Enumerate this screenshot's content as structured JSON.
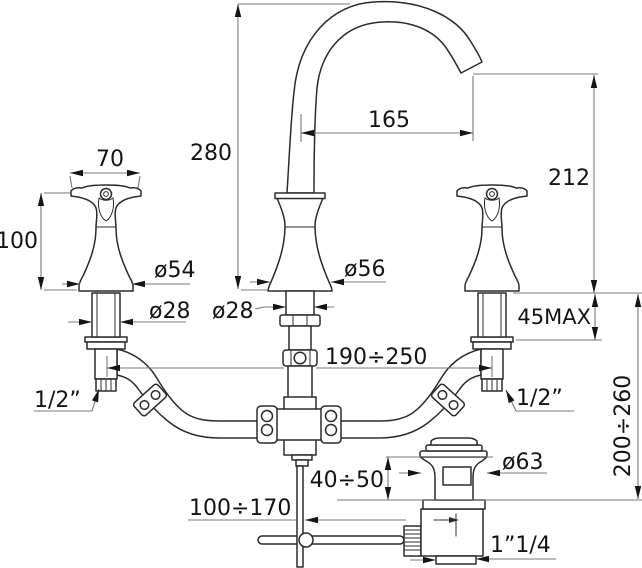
{
  "diagram": {
    "dimensions": {
      "handle_top_width": "70",
      "handle_height": "100",
      "spout_height": "280",
      "spout_reach": "165",
      "outlet_height": "212",
      "handle_base_diameter": "ø54",
      "spout_base_diameter": "ø56",
      "handle_shaft_diameter": "ø28",
      "spout_shaft_diameter": "ø28",
      "max_deck_thickness": "45MAX",
      "hole_centers_range": "190÷250",
      "below_deck_range": "200÷260",
      "waste_body_height": "40÷50",
      "waste_flange_diameter": "ø63",
      "rod_length_range": "100÷170",
      "supply_connection_left": "1/2”",
      "supply_connection_right": "1/2”",
      "waste_outlet_thread": "1”1/4"
    }
  }
}
